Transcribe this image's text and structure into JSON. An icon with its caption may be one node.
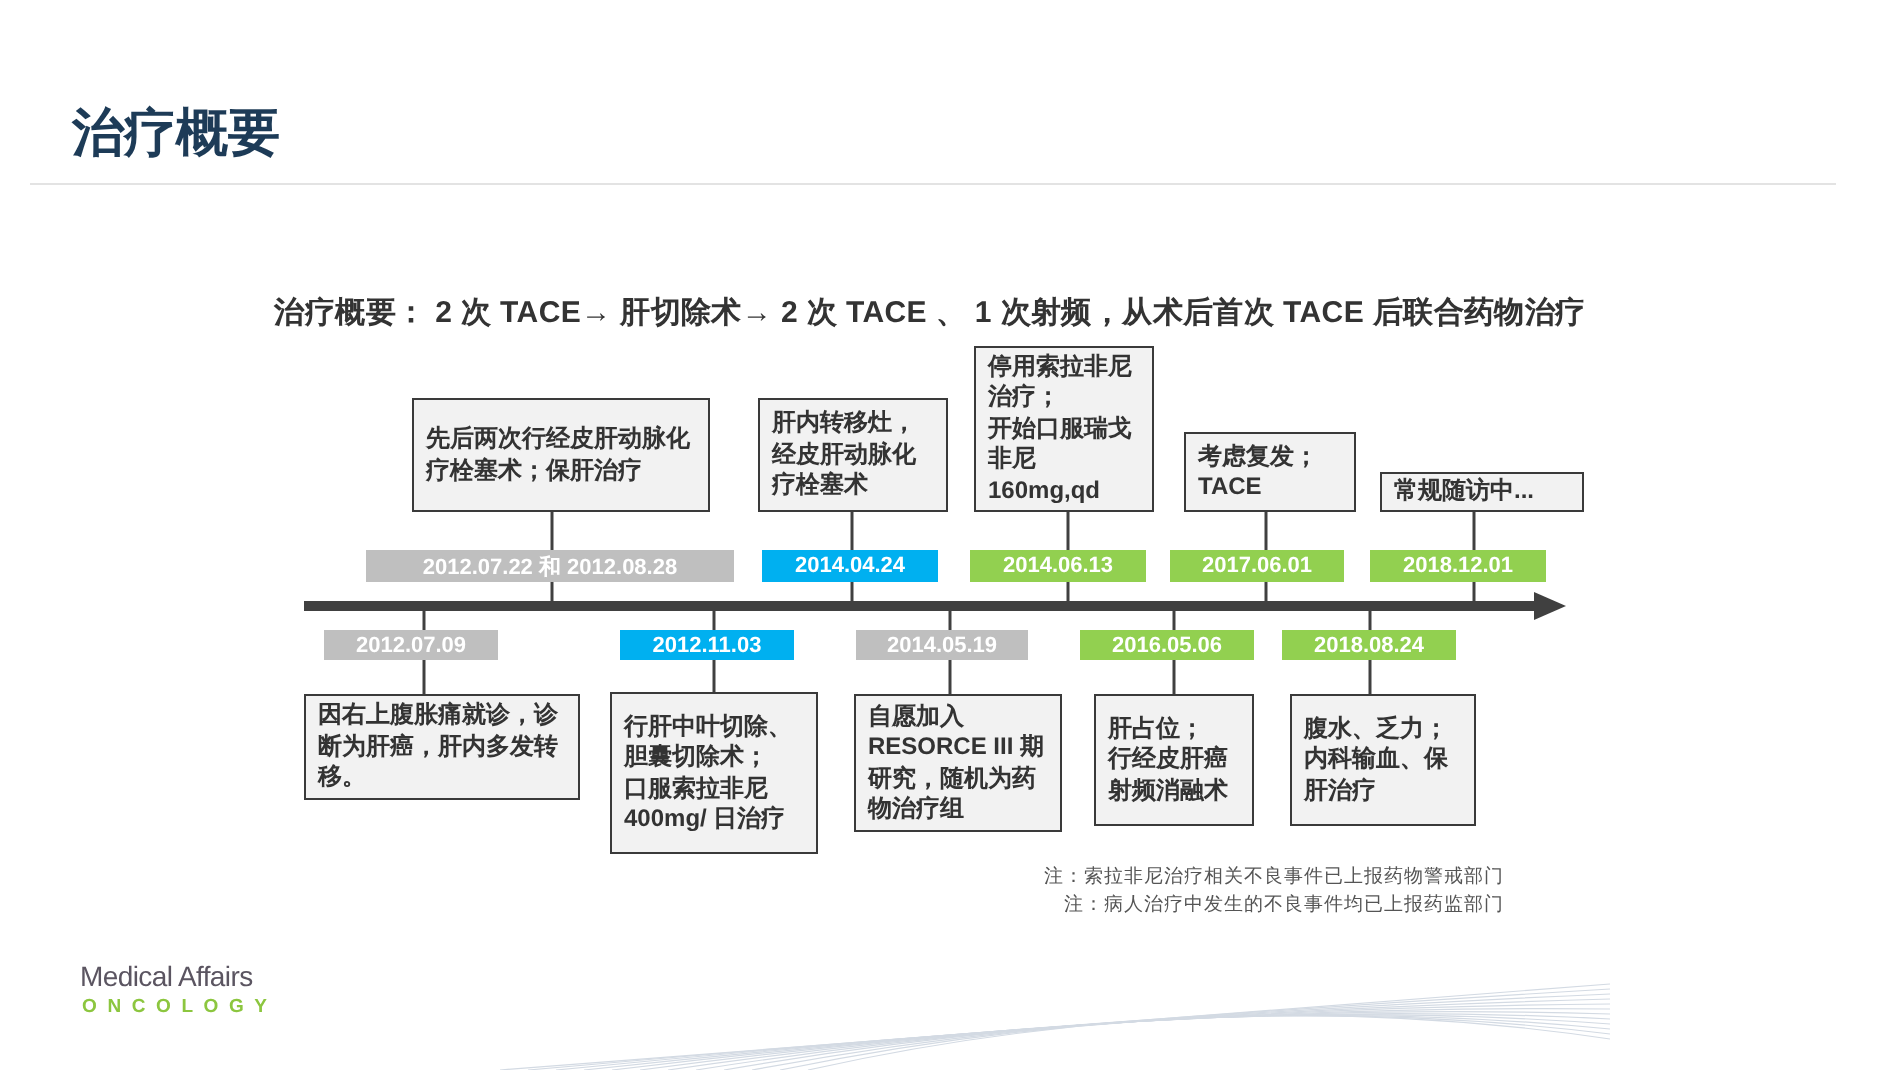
{
  "diagram": {
    "title": "治疗概要",
    "nodes": [
      {
        "text": [
          "先后两次行经皮肝动脉化疗栓塞术；保肝治疗"
        ]
      },
      {
        "text": [
          "肝内转移灶，经皮肝动脉化疗栓塞术"
        ]
      },
      {
        "text": [
          "停用索拉非尼治疗；",
          "开始口服瑞戈非尼160mg,qd"
        ]
      },
      {
        "text": [
          "考虑复发；TACE"
        ]
      },
      {
        "text": [
          "常规随访中..."
        ]
      },
      {
        "text": [
          "2012.07.22 和 2012.08.28"
        ]
      },
      {
        "text": [
          "2014.04.24"
        ]
      },
      {
        "text": [
          "2014.06.13"
        ]
      },
      {
        "text": [
          "2017.06.01"
        ]
      },
      {
        "text": [
          "2018.12.01"
        ]
      },
      {
        "text": [],
        "shape": "arrow"
      },
      {
        "text": [
          "2012.07.09"
        ]
      },
      {
        "text": [
          "2012.11.03"
        ]
      },
      {
        "text": [
          "2014.05.19"
        ]
      },
      {
        "text": [
          "2016.05.06"
        ]
      },
      {
        "text": [
          "2018.08.24"
        ]
      },
      {
        "text": [
          "因右上腹胀痛就诊，诊断为肝癌，肝内多发转移。"
        ]
      },
      {
        "text": [
          "行肝中叶切除、胆囊切除术；",
          "口服索拉非尼400mg/ 日治疗"
        ]
      },
      {
        "text": [
          "自愿加入RESORCE III 期研究，随机为药物治疗组"
        ]
      },
      {
        "text": [
          "肝占位；",
          "行经皮肝癌射频消融术"
        ]
      },
      {
        "text": [
          "腹水、乏力；",
          "内科输血、保肝治疗"
        ]
      }
    ],
    "edges": [
      {
        "from": 5,
        "to": 0,
        "arrow": "none"
      },
      {
        "from": 6,
        "to": 1,
        "arrow": "none"
      },
      {
        "from": 7,
        "to": 2,
        "arrow": "none"
      },
      {
        "from": 8,
        "to": 3,
        "arrow": "none"
      },
      {
        "from": 9,
        "to": 4,
        "arrow": "none"
      },
      {
        "from": 5,
        "to": 10,
        "arrow": "none"
      },
      {
        "from": 6,
        "to": 10,
        "arrow": "none"
      },
      {
        "from": 7,
        "to": 10,
        "arrow": "none"
      },
      {
        "from": 8,
        "to": 10,
        "arrow": "none"
      },
      {
        "from": 9,
        "to": 10,
        "arrow": "none"
      },
      {
        "from": 11,
        "to": 10,
        "arrow": "none"
      },
      {
        "from": 12,
        "to": 10,
        "arrow": "none"
      },
      {
        "from": 13,
        "to": 10,
        "arrow": "none"
      },
      {
        "from": 14,
        "to": 10,
        "arrow": "none"
      },
      {
        "from": 15,
        "to": 10,
        "arrow": "none"
      },
      {
        "from": 11,
        "to": 16,
        "arrow": "none"
      },
      {
        "from": 12,
        "to": 17,
        "arrow": "none"
      },
      {
        "from": 13,
        "to": 18,
        "arrow": "none"
      },
      {
        "from": 14,
        "to": 19,
        "arrow": "none"
      },
      {
        "from": 15,
        "to": 20,
        "arrow": "none"
      }
    ],
    "labels": [
      "治疗概要： 2 次 TACE→ 肝切除术→ 2 次 TACE 、 1 次射频，从术后首次 TACE 后联合药物治疗",
      "注：索拉非尼治疗相关不良事件已上报药物警戒部门",
      "注：病人治疗中发生的不良事件均已上报药监部门",
      "Medical Affairs",
      "ONCOLOGY"
    ]
  }
}
